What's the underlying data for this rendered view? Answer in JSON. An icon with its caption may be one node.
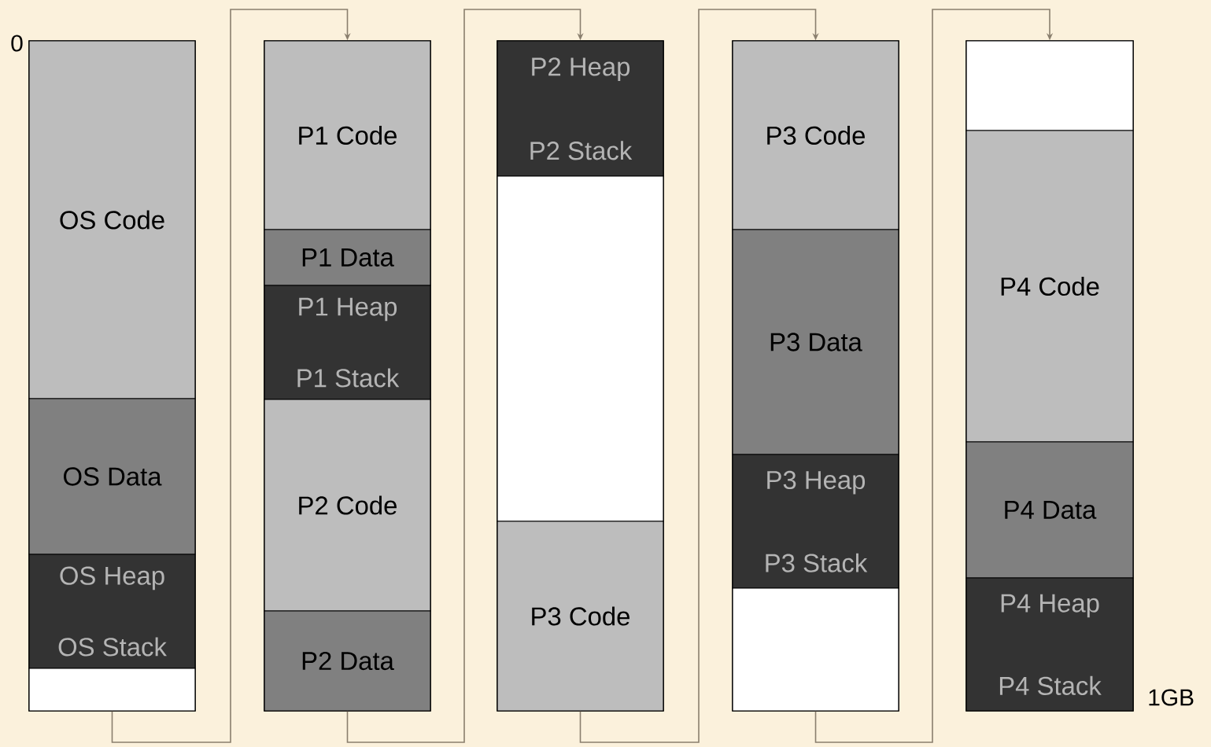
{
  "diagram": {
    "nodes": [
      {
        "text": [],
        "shape": "box"
      },
      {
        "text": [
          "OS Code"
        ],
        "in": 0
      },
      {
        "text": [
          "OS Data"
        ],
        "in": 0
      },
      {
        "text": [
          "OS Heap",
          "OS Stack"
        ],
        "in": 0
      },
      {
        "text": [],
        "shape": "box",
        "in": 0
      },
      {
        "text": [],
        "shape": "box"
      },
      {
        "text": [
          "P1 Code"
        ],
        "in": 5
      },
      {
        "text": [
          "P1 Data"
        ],
        "in": 5
      },
      {
        "text": [
          "P1 Heap",
          "P1 Stack"
        ],
        "in": 5
      },
      {
        "text": [
          "P2 Code"
        ],
        "in": 5
      },
      {
        "text": [
          "P2 Data"
        ],
        "in": 5
      },
      {
        "text": [],
        "shape": "box"
      },
      {
        "text": [
          "P2 Heap",
          "P2 Stack"
        ],
        "in": 11
      },
      {
        "text": [],
        "shape": "box",
        "in": 11
      },
      {
        "text": [
          "P3 Code"
        ],
        "in": 11
      },
      {
        "text": [],
        "shape": "box"
      },
      {
        "text": [
          "P3 Code"
        ],
        "in": 15
      },
      {
        "text": [
          "P3 Data"
        ],
        "in": 15
      },
      {
        "text": [
          "P3 Heap",
          "P3 Stack"
        ],
        "in": 15
      },
      {
        "text": [],
        "shape": "box",
        "in": 15
      },
      {
        "text": [],
        "shape": "box"
      },
      {
        "text": [],
        "shape": "box",
        "in": 20
      },
      {
        "text": [
          "P4 Code"
        ],
        "in": 20
      },
      {
        "text": [
          "P4 Data"
        ],
        "in": 20
      },
      {
        "text": [
          "P4 Heap",
          "P4 Stack"
        ],
        "in": 20
      }
    ],
    "edges": [
      {
        "from": 0,
        "to": 5,
        "arrow": "to"
      },
      {
        "from": 5,
        "to": 11,
        "arrow": "to"
      },
      {
        "from": 11,
        "to": 15,
        "arrow": "to"
      },
      {
        "from": 15,
        "to": 20,
        "arrow": "to"
      }
    ],
    "labels": [
      "0",
      "1GB"
    ]
  }
}
